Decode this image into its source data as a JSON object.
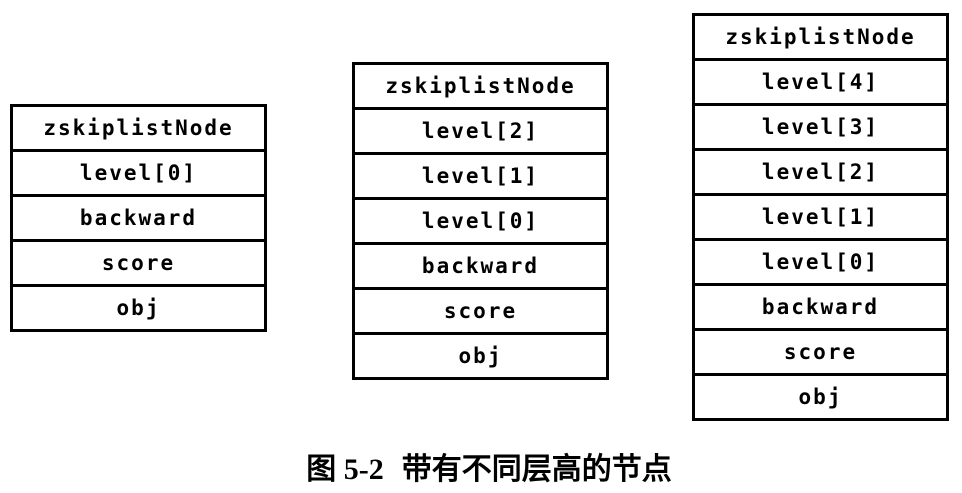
{
  "caption": {
    "label": "图 5-2",
    "title": "带有不同层高的节点"
  },
  "colors": {
    "border": "#000000",
    "text": "#000000",
    "background": "#ffffff"
  },
  "nodes": [
    {
      "id": "node-1-level",
      "rows": [
        "zskiplistNode",
        "level[0]",
        "backward",
        "score",
        "obj"
      ]
    },
    {
      "id": "node-3-level",
      "rows": [
        "zskiplistNode",
        "level[2]",
        "level[1]",
        "level[0]",
        "backward",
        "score",
        "obj"
      ]
    },
    {
      "id": "node-5-level",
      "rows": [
        "zskiplistNode",
        "level[4]",
        "level[3]",
        "level[2]",
        "level[1]",
        "level[0]",
        "backward",
        "score",
        "obj"
      ]
    }
  ]
}
